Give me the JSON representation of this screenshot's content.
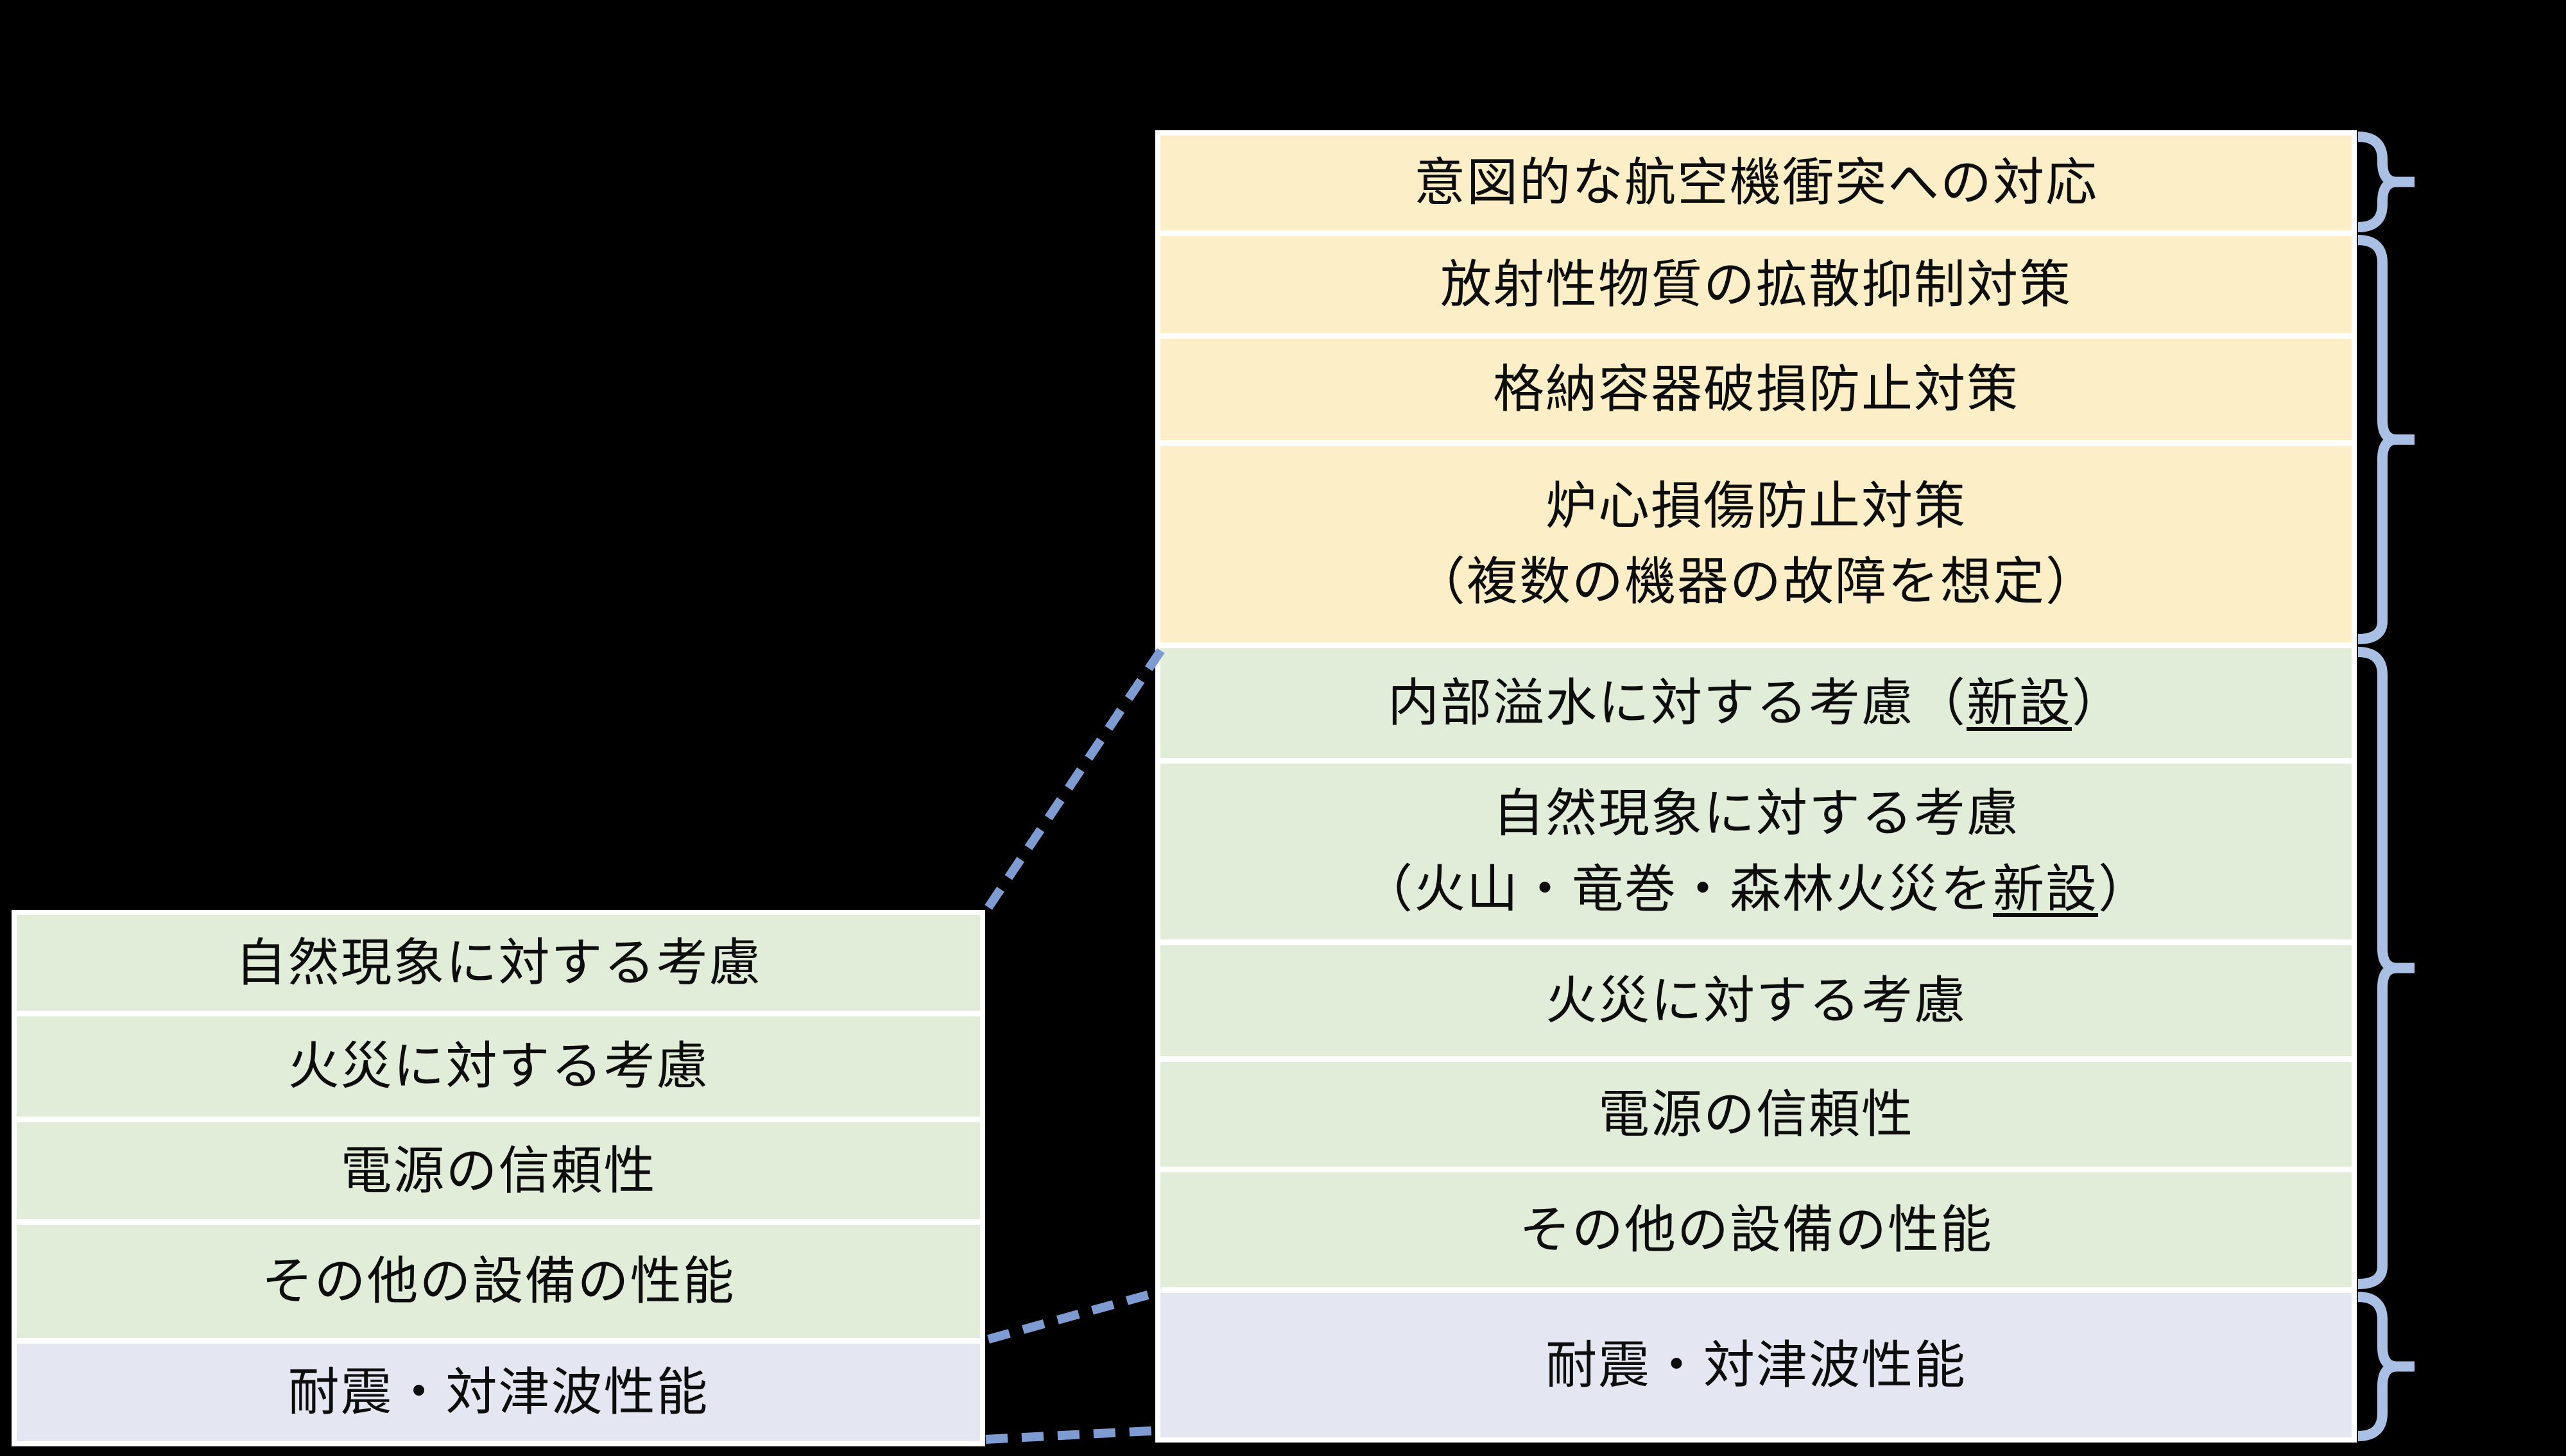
{
  "page": {
    "background": "#000000"
  },
  "colors": {
    "yellow": "#FCEFC7",
    "green": "#E1EDD9",
    "lavender": "#E4E6F1",
    "divider_white": "#FFFFFF",
    "text": "#0D0D0D",
    "brace_blue": "#A9BFE3",
    "dash_blue": "#7E9CD2"
  },
  "new_standards_table": {
    "rows": [
      {
        "id": "aircraft-impact-response",
        "color": "yellow",
        "lines": [
          [
            {
              "text": "意図的な航空機衝突への対応"
            }
          ]
        ]
      },
      {
        "id": "radioactive-dispersal-suppression",
        "color": "yellow",
        "lines": [
          [
            {
              "text": "放射性物質の拡散抑制対策"
            }
          ]
        ]
      },
      {
        "id": "containment-failure-prevention",
        "color": "yellow",
        "lines": [
          [
            {
              "text": "格納容器破損防止対策"
            }
          ]
        ]
      },
      {
        "id": "core-damage-prevention",
        "color": "yellow",
        "lines": [
          [
            {
              "text": "炉心損傷防止対策"
            }
          ],
          [
            {
              "text": "（複数の機器の故障を想定）"
            }
          ]
        ]
      },
      {
        "id": "internal-flooding-consideration",
        "color": "green",
        "lines": [
          [
            {
              "text": "内部溢水に対する考慮（"
            },
            {
              "text": "新設",
              "underline": true
            },
            {
              "text": "）"
            }
          ]
        ]
      },
      {
        "id": "natural-phenomena-consideration",
        "color": "green",
        "lines": [
          [
            {
              "text": "自然現象に対する考慮"
            }
          ],
          [
            {
              "text": "（火山・竜巻・森林火災を"
            },
            {
              "text": "新設",
              "underline": true
            },
            {
              "text": "）"
            }
          ]
        ]
      },
      {
        "id": "fire-consideration",
        "color": "green",
        "lines": [
          [
            {
              "text": "火災に対する考慮"
            }
          ]
        ]
      },
      {
        "id": "power-supply-reliability",
        "color": "green",
        "lines": [
          [
            {
              "text": "電源の信頼性"
            }
          ]
        ]
      },
      {
        "id": "other-equipment-performance",
        "color": "green",
        "lines": [
          [
            {
              "text": "その他の設備の性能"
            }
          ]
        ]
      },
      {
        "id": "seismic-tsunami-performance",
        "color": "lavender",
        "lines": [
          [
            {
              "text": "耐震・対津波性能"
            }
          ]
        ]
      }
    ]
  },
  "old_standards_table": {
    "rows": [
      {
        "id": "natural-phenomena-consideration",
        "color": "green",
        "lines": [
          [
            {
              "text": "自然現象に対する考慮"
            }
          ]
        ]
      },
      {
        "id": "fire-consideration",
        "color": "green",
        "lines": [
          [
            {
              "text": "火災に対する考慮"
            }
          ]
        ]
      },
      {
        "id": "power-supply-reliability",
        "color": "green",
        "lines": [
          [
            {
              "text": "電源の信頼性"
            }
          ]
        ]
      },
      {
        "id": "other-equipment-performance",
        "color": "green",
        "lines": [
          [
            {
              "text": "その他の設備の性能"
            }
          ]
        ]
      },
      {
        "id": "seismic-tsunami-performance",
        "color": "lavender",
        "lines": [
          [
            {
              "text": "耐震・対津波性能"
            }
          ]
        ]
      }
    ]
  },
  "braces": {
    "color": "#A9BFE3",
    "items": [
      {
        "name": "brace-row-1",
        "rows_spanned": [
          1,
          1
        ]
      },
      {
        "name": "brace-rows-2-4",
        "rows_spanned": [
          2,
          4
        ]
      },
      {
        "name": "brace-rows-5-9",
        "rows_spanned": [
          5,
          9
        ]
      },
      {
        "name": "brace-row-10",
        "rows_spanned": [
          10,
          10
        ]
      }
    ]
  },
  "connectors": {
    "color": "#7E9CD2",
    "style": "dashed",
    "items": [
      {
        "name": "dashed-connector-top",
        "from": "old-table top-right corner",
        "to": "new-table left edge at green section top"
      },
      {
        "name": "dashed-connector-middle",
        "from": "old-table right edge at lavender top",
        "to": "new-table left edge at lavender top"
      },
      {
        "name": "dashed-connector-bottom",
        "from": "old-table bottom-right corner",
        "to": "new-table bottom-left corner"
      }
    ]
  }
}
